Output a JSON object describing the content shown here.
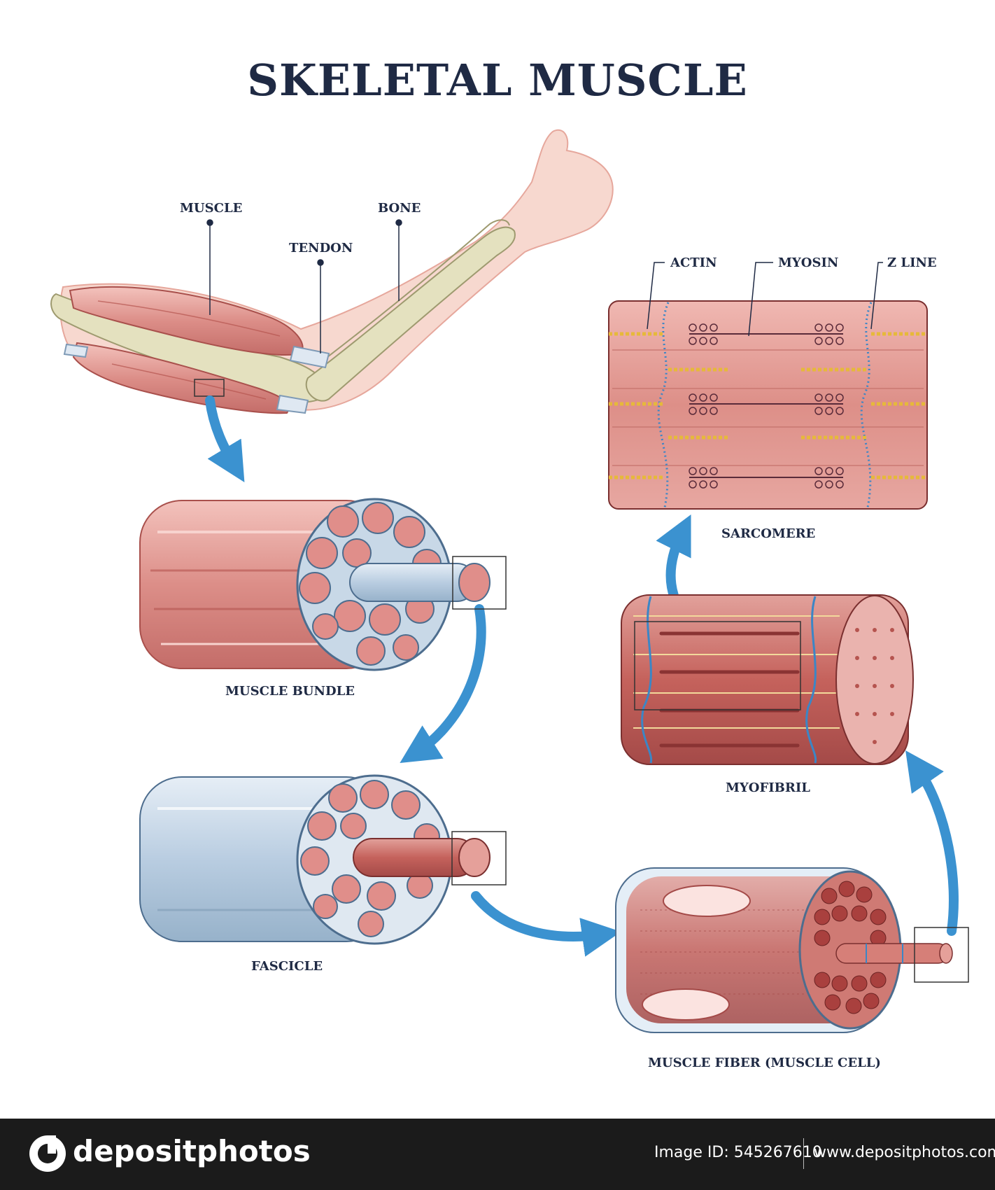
{
  "title": "SKELETAL MUSCLE",
  "labels": {
    "muscle": "MUSCLE",
    "tendon": "TENDON",
    "bone": "BONE",
    "actin": "ACTIN",
    "myosin": "MYOSIN",
    "z_line": "Z LINE",
    "sarcomere": "SARCOMERE",
    "muscle_bundle": "MUSCLE BUNDLE",
    "myofibril": "MYOFIBRIL",
    "fascicle": "FASCICLE",
    "muscle_fiber": "MUSCLE FIBER (MUSCLE CELL)"
  },
  "footer": {
    "brand": "depositphotos",
    "image_id": "Image ID: 545267610",
    "site": "www.depositphotos.com"
  },
  "colors": {
    "title": "#1f2a44",
    "muscle": "#d9837c",
    "muscle_dark": "#b5544f",
    "bone": "#e4e1bf",
    "sheath": "#b8cde0",
    "arrow": "#3b92d0",
    "actin": "#e6b93a",
    "myosin": "#5a2b3a",
    "zline": "#3b86c6",
    "footer_bg": "#1b1b1b"
  }
}
